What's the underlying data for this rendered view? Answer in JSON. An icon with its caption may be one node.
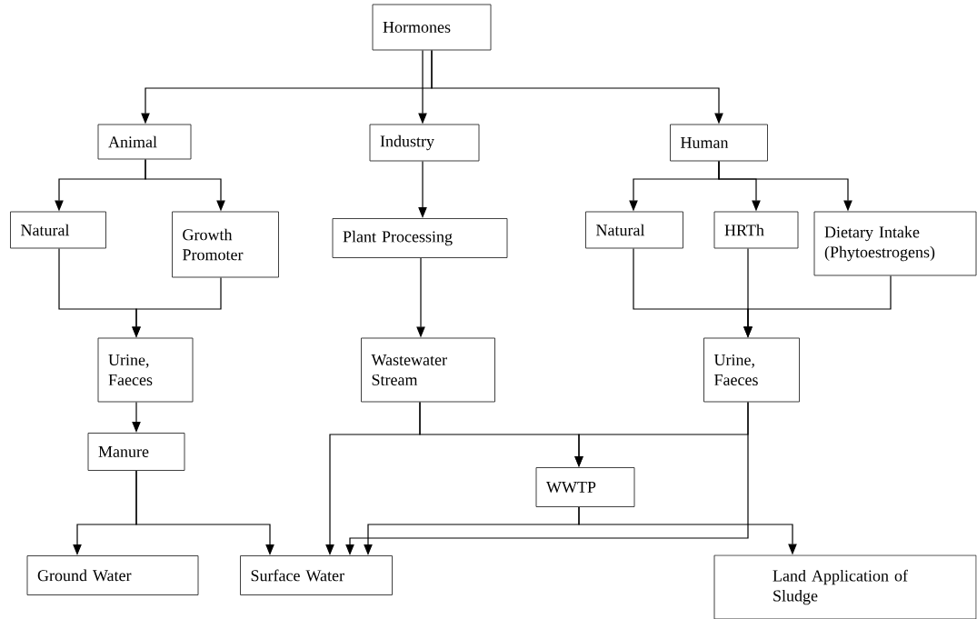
{
  "diagram": {
    "nodes": [
      {
        "text": [
          "Hormones"
        ]
      },
      {
        "text": [
          "Animal"
        ]
      },
      {
        "text": [
          "Industry"
        ]
      },
      {
        "text": [
          "Human"
        ]
      },
      {
        "text": [
          "Natural"
        ]
      },
      {
        "text": [
          "Growth Promoter"
        ]
      },
      {
        "text": [
          "Plant Processing"
        ]
      },
      {
        "text": [
          "Natural"
        ]
      },
      {
        "text": [
          "HRTh"
        ]
      },
      {
        "text": [
          "Dietary Intake (Phytoestrogens)"
        ]
      },
      {
        "text": [
          "Urine, Faeces"
        ]
      },
      {
        "text": [
          "Wastewater Stream"
        ]
      },
      {
        "text": [
          "Urine, Faeces"
        ]
      },
      {
        "text": [
          "Manure"
        ]
      },
      {
        "text": [
          "WWTP"
        ]
      },
      {
        "text": [
          "Ground Water"
        ]
      },
      {
        "text": [
          "Surface Water"
        ]
      },
      {
        "text": [
          "Land Application of Sludge"
        ]
      }
    ],
    "edges": [
      {
        "from": 0,
        "to": 1,
        "arrow": "to"
      },
      {
        "from": 0,
        "to": 2,
        "arrow": "to"
      },
      {
        "from": 0,
        "to": 3,
        "arrow": "to"
      },
      {
        "from": 1,
        "to": 4,
        "arrow": "to"
      },
      {
        "from": 1,
        "to": 5,
        "arrow": "to"
      },
      {
        "from": 2,
        "to": 6,
        "arrow": "to"
      },
      {
        "from": 3,
        "to": 7,
        "arrow": "to"
      },
      {
        "from": 3,
        "to": 8,
        "arrow": "to"
      },
      {
        "from": 3,
        "to": 9,
        "arrow": "to"
      },
      {
        "from": 4,
        "to": 10,
        "arrow": "to"
      },
      {
        "from": 5,
        "to": 10,
        "arrow": "to"
      },
      {
        "from": 6,
        "to": 11,
        "arrow": "to"
      },
      {
        "from": 7,
        "to": 12,
        "arrow": "to"
      },
      {
        "from": 8,
        "to": 12,
        "arrow": "to"
      },
      {
        "from": 9,
        "to": 12,
        "arrow": "to"
      },
      {
        "from": 10,
        "to": 13,
        "arrow": "to"
      },
      {
        "from": 13,
        "to": 15,
        "arrow": "to"
      },
      {
        "from": 13,
        "to": 16,
        "arrow": "to"
      },
      {
        "from": 11,
        "to": 16,
        "arrow": "to"
      },
      {
        "from": 11,
        "to": 14,
        "arrow": "to"
      },
      {
        "from": 12,
        "to": 14,
        "arrow": "to"
      },
      {
        "from": 12,
        "to": 16,
        "arrow": "to"
      },
      {
        "from": 14,
        "to": 16,
        "arrow": "to"
      },
      {
        "from": 14,
        "to": 17,
        "arrow": "to"
      }
    ]
  }
}
